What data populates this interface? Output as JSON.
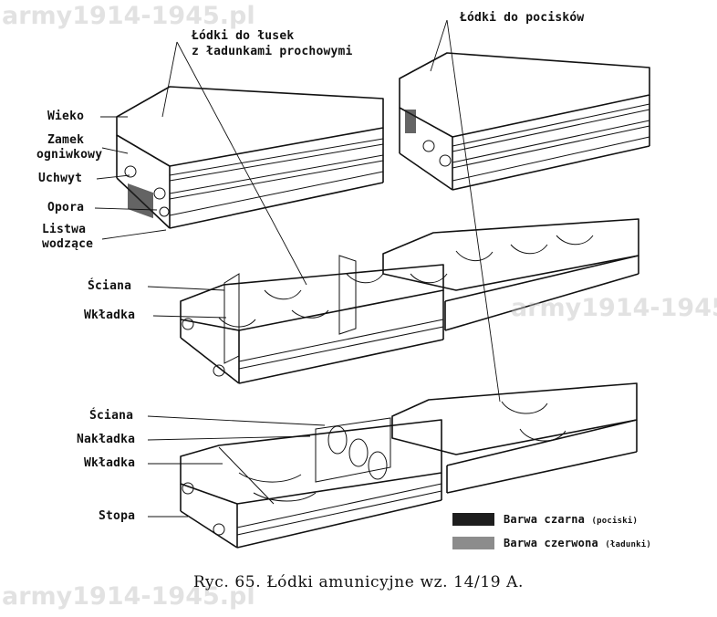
{
  "watermark": "army1914-1945.pl",
  "labels": {
    "lodki_lusek_line1": "Łódki do łusek",
    "lodki_lusek_line2": "z ładunkami prochowymi",
    "lodki_pociskow": "Łódki do pocisków",
    "wieko": "Wieko",
    "zamek_line1": "Zamek",
    "zamek_line2": "ogniwkowy",
    "uchwyt": "Uchwyt",
    "opora": "Opora",
    "listwa_line1": "Listwa",
    "listwa_line2": "wodzące",
    "sciana_1": "Ściana",
    "wkladka_1": "Wkładka",
    "sciana_2": "Ściana",
    "nakladka": "Nakładka",
    "wkladka_2": "Wkładka",
    "stopa": "Stopa"
  },
  "legend": {
    "black_main": "Barwa czarna",
    "black_note": "(pociski)",
    "red_main": "Barwa czerwona",
    "red_note": "(ładunki)"
  },
  "caption": "Ryc. 65. Łódki amunicyjne wz. 14/19 A."
}
